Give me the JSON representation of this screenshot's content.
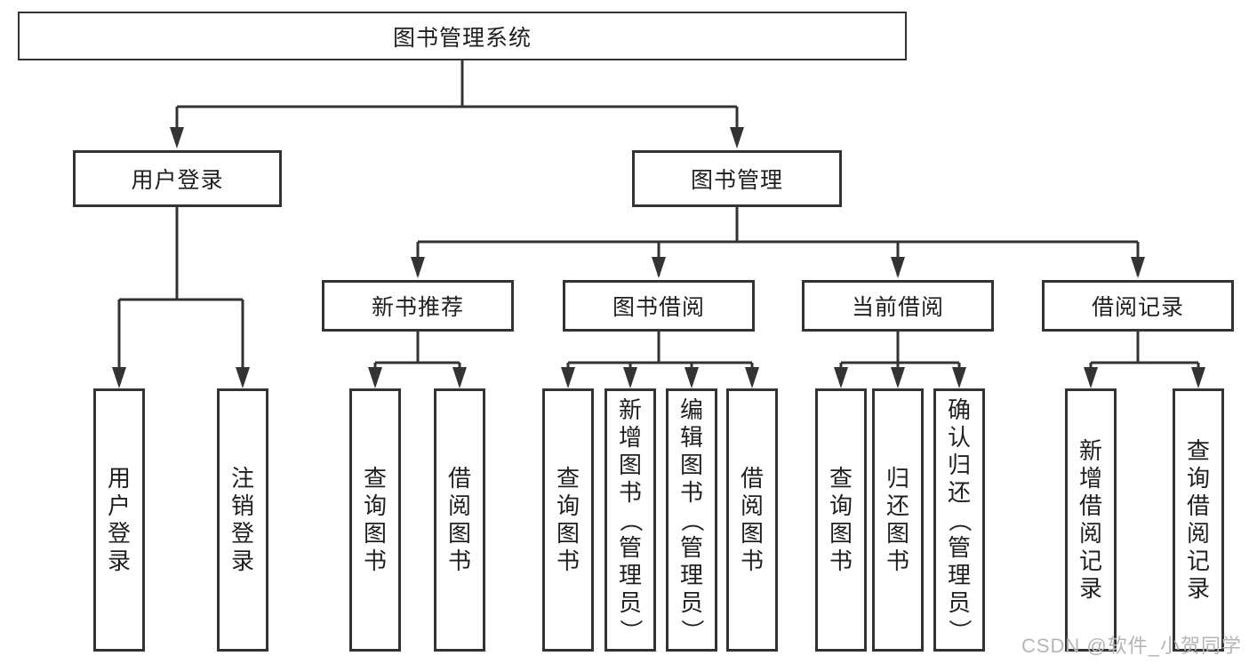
{
  "tree": {
    "root": {
      "label": "图书管理系统"
    },
    "branches": [
      {
        "label": "用户登录",
        "leaves": [
          {
            "label": "用户登录"
          },
          {
            "label": "注销登录"
          }
        ]
      },
      {
        "label": "图书管理",
        "sections": [
          {
            "label": "新书推荐",
            "leaves": [
              {
                "label": "查询图书"
              },
              {
                "label": "借阅图书"
              }
            ]
          },
          {
            "label": "图书借阅",
            "leaves": [
              {
                "label": "查询图书"
              },
              {
                "label": "新增图书（管理员）"
              },
              {
                "label": "编辑图书（管理员）"
              },
              {
                "label": "借阅图书"
              }
            ]
          },
          {
            "label": "当前借阅",
            "leaves": [
              {
                "label": "查询图书"
              },
              {
                "label": "归还图书"
              },
              {
                "label": "确认归还（管理员）"
              }
            ]
          },
          {
            "label": "借阅记录",
            "leaves": [
              {
                "label": "新增借阅记录"
              },
              {
                "label": "查询借阅记录"
              }
            ]
          }
        ]
      }
    ]
  },
  "watermark": {
    "text": "CSDN @软件_小贺同学"
  },
  "colors": {
    "line": "#333333",
    "text": "#1f1f1f",
    "background": "#ffffff",
    "watermark": "#b5b5b5"
  }
}
